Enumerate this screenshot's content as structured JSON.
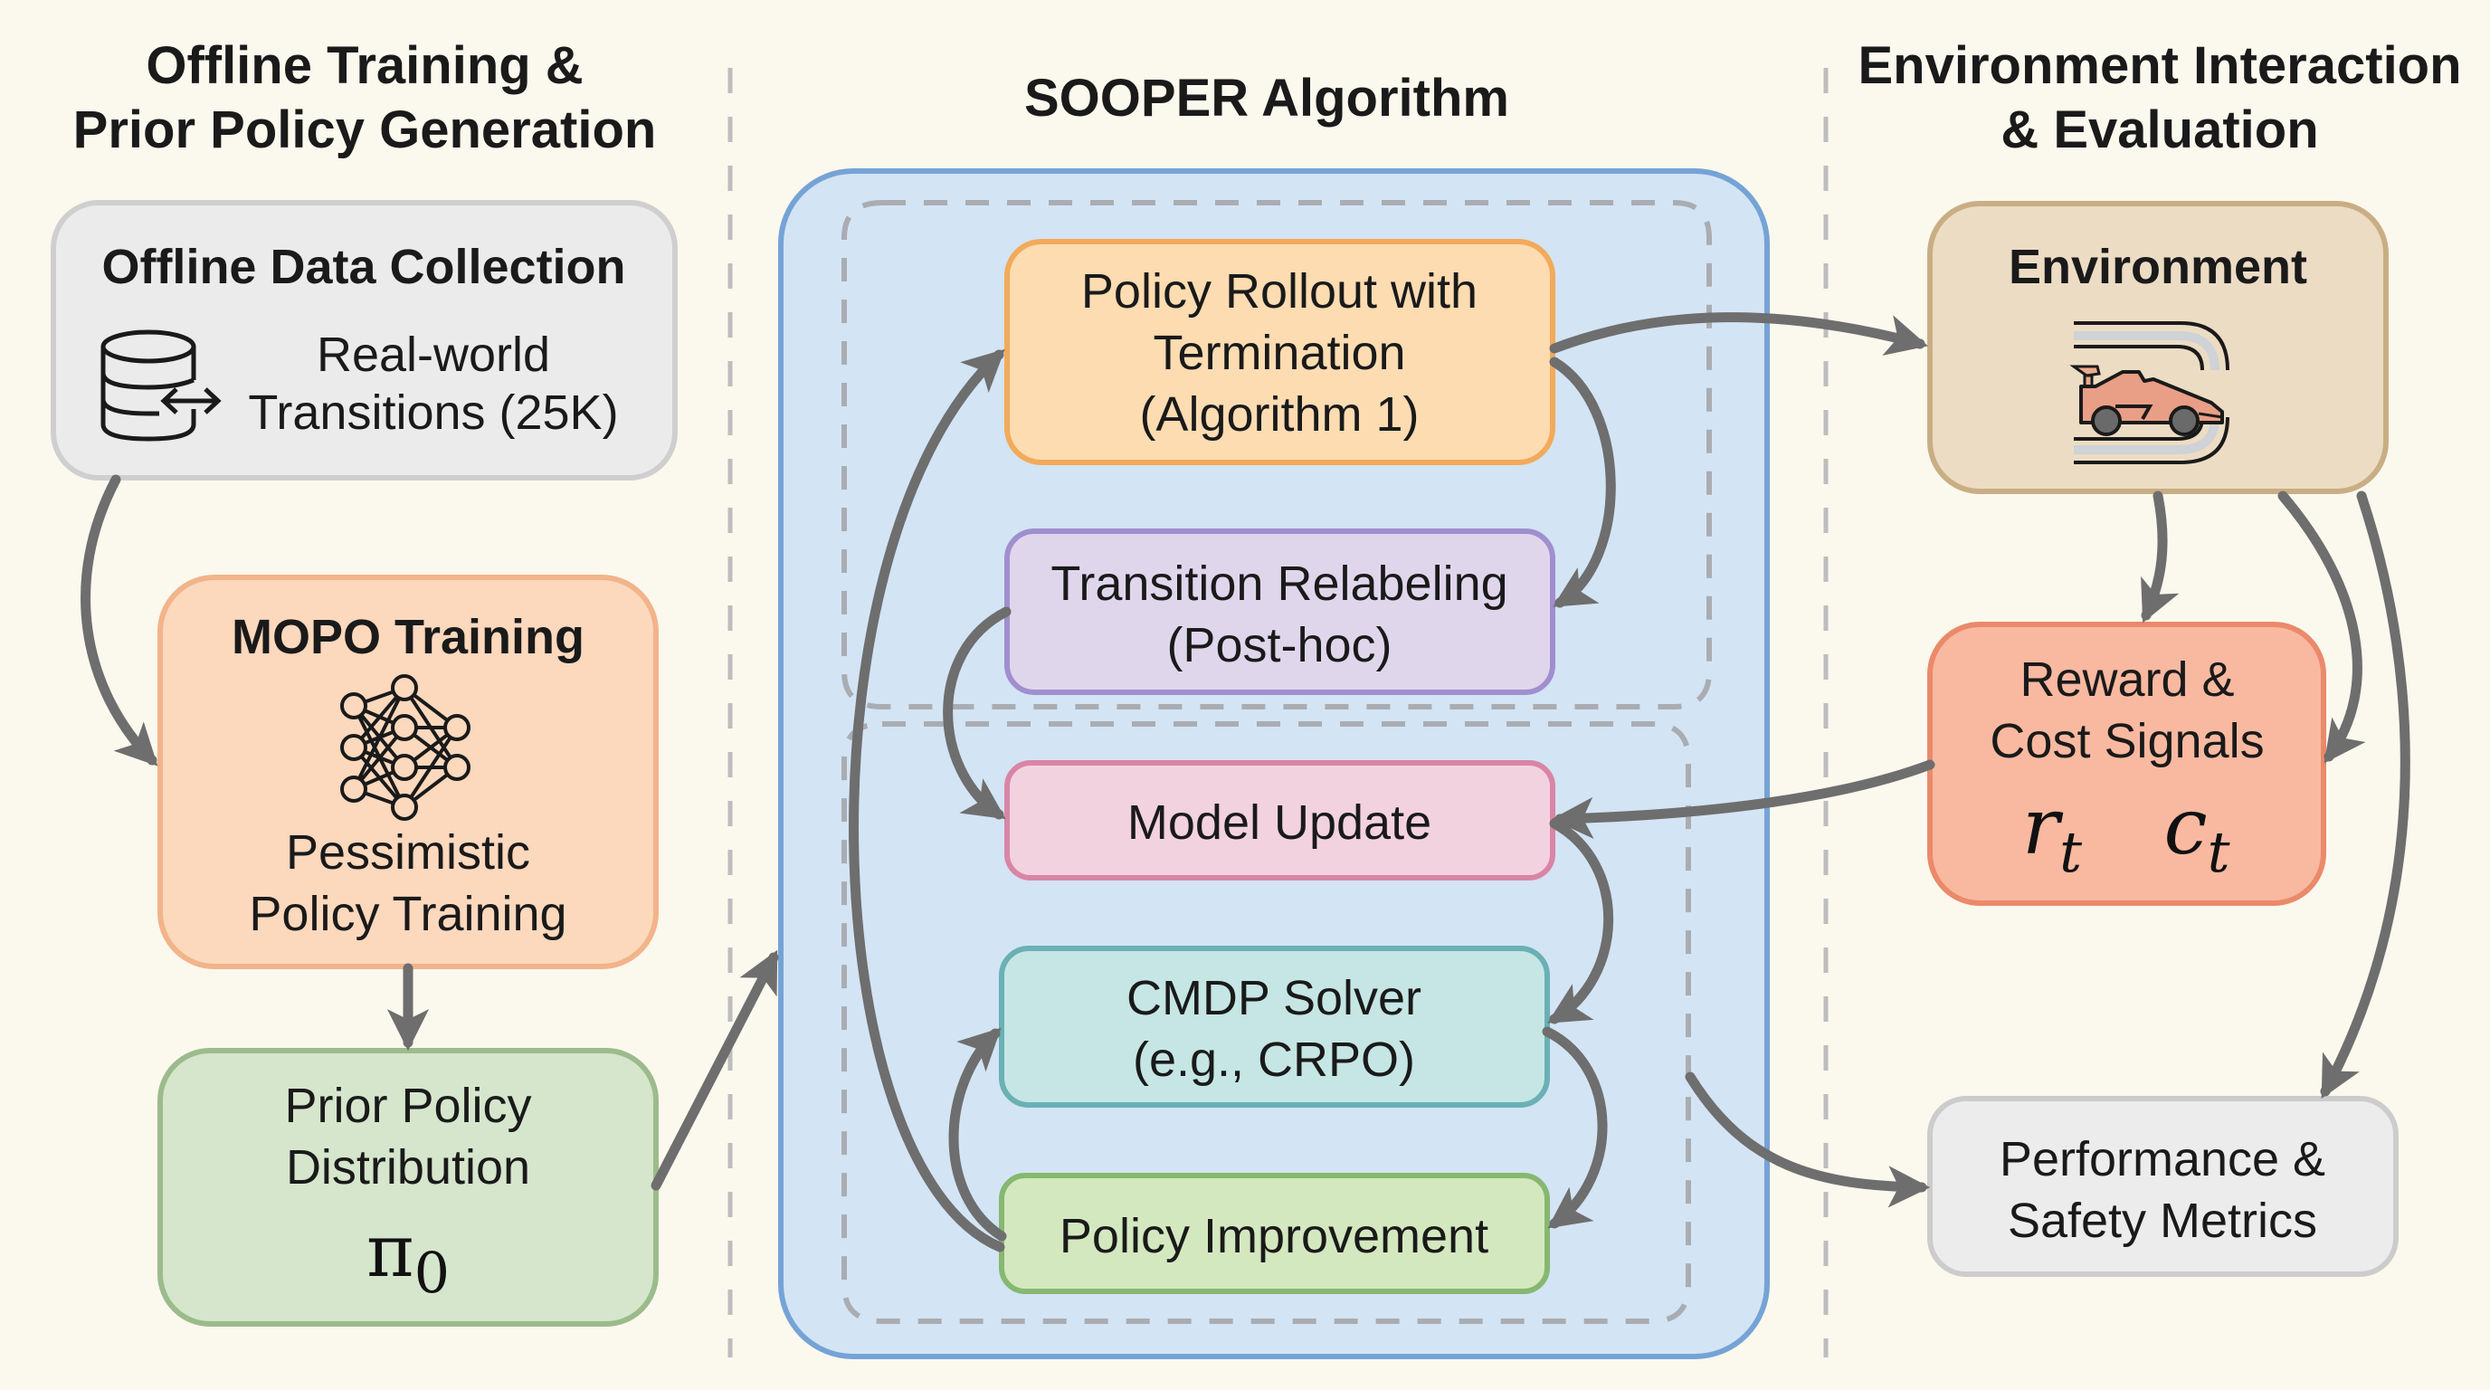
{
  "sections": {
    "left": {
      "title_lines": [
        "Offline Training &",
        "Prior Policy Generation"
      ]
    },
    "center": {
      "title": "SOOPER Algorithm"
    },
    "right": {
      "title_lines": [
        "Environment Interaction",
        "& Evaluation"
      ]
    }
  },
  "nodes": {
    "offline_data": {
      "title": "Offline Data Collection",
      "lines": [
        "Real-world",
        "Transitions (25K)"
      ],
      "icon": "database-transfer-icon",
      "fill": "#ebebec",
      "stroke": "#cfcfcf"
    },
    "mopo": {
      "title": "MOPO Training",
      "lines": [
        "Pessimistic",
        "Policy Training"
      ],
      "icon": "neural-network-icon",
      "fill": "#fcd8bd",
      "stroke": "#f2b48a"
    },
    "prior": {
      "lines": [
        "Prior Policy",
        "Distribution"
      ],
      "math_symbol": "π",
      "math_subscript": "0",
      "fill": "#d5e6cc",
      "stroke": "#9cbb8c"
    },
    "rollout": {
      "lines": [
        "Policy Rollout with",
        "Termination",
        "(Algorithm 1)"
      ],
      "fill": "#fddcb2",
      "stroke": "#f3aa5a"
    },
    "relabel": {
      "lines": [
        "Transition Relabeling",
        "(Post-hoc)"
      ],
      "fill": "#e0d6ec",
      "stroke": "#a08fcf"
    },
    "model_update": {
      "lines": [
        "Model Update"
      ],
      "fill": "#f3d2e0",
      "stroke": "#d985a6"
    },
    "cmdp": {
      "lines": [
        "CMDP Solver",
        "(e.g., CRPO)"
      ],
      "fill": "#c5e6e4",
      "stroke": "#6ab0b4"
    },
    "policy_improvement": {
      "lines": [
        "Policy Improvement"
      ],
      "fill": "#d4e8c0",
      "stroke": "#86b870"
    },
    "environment": {
      "title": "Environment",
      "icon": "race-car-track-icon",
      "fill": "#ecdcc4",
      "stroke": "#c9ae84"
    },
    "reward": {
      "lines": [
        "Reward &",
        "Cost Signals"
      ],
      "math": [
        {
          "symbol": "r",
          "subscript": "t"
        },
        {
          "symbol": "c",
          "subscript": "t"
        }
      ],
      "fill": "#f8b9a0",
      "stroke": "#ea8a6a"
    },
    "metrics": {
      "lines": [
        "Performance &",
        "Safety Metrics"
      ],
      "fill": "#ececec",
      "stroke": "#cccccc"
    }
  },
  "container": {
    "fill": "#d3e4f4",
    "stroke": "#75a3d6"
  },
  "colors": {
    "background": "#fbf8ee",
    "arrow": "#6e6e6e",
    "text": "#1a1a1a"
  },
  "edges": [
    {
      "from": "offline_data",
      "to": "mopo"
    },
    {
      "from": "mopo",
      "to": "prior"
    },
    {
      "from": "prior",
      "to": "sooper_container"
    },
    {
      "from": "rollout",
      "to": "environment"
    },
    {
      "from": "rollout",
      "to": "relabel"
    },
    {
      "from": "relabel",
      "to": "model_update"
    },
    {
      "from": "reward",
      "to": "model_update"
    },
    {
      "from": "model_update",
      "to": "cmdp"
    },
    {
      "from": "cmdp",
      "to": "policy_improvement"
    },
    {
      "from": "policy_improvement",
      "to": "cmdp"
    },
    {
      "from": "policy_improvement",
      "to": "rollout"
    },
    {
      "from": "environment",
      "to": "reward"
    },
    {
      "from": "environment",
      "to": "reward"
    },
    {
      "from": "environment",
      "to": "metrics"
    },
    {
      "from": "sooper_container",
      "to": "metrics"
    }
  ]
}
